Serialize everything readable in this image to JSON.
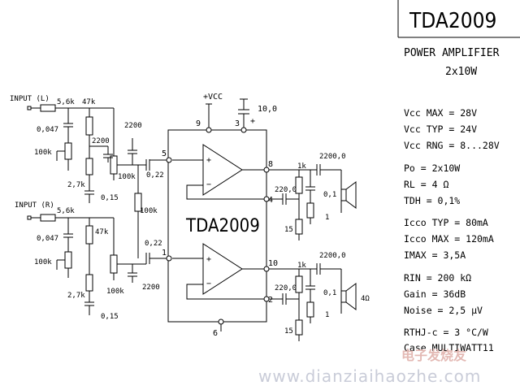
{
  "title": "TDA2009",
  "subtitle_line1": "POWER AMPLIFIER",
  "subtitle_line2": "2x10W",
  "chip_label": "TDA2009",
  "specs": [
    "Vcc MAX = 28V",
    "Vcc TYP = 24V",
    "Vcc RNG = 8...28V",
    "Po = 2x10W",
    "RL = 4 Ω",
    "TDH = 0,1%",
    "Icco TYP = 80mA",
    "Icco MAX = 120mA",
    "IMAX = 3,5A",
    "RIN = 200 kΩ",
    "Gain = 36dB",
    "Noise = 2,5 μV",
    "RTHJ-c = 3 °C/W",
    "Case MULTIWATT11"
  ],
  "labels": {
    "input_l": "INPUT (L)",
    "input_r": "INPUT (R)",
    "vcc": "+VCC",
    "r_in_l": "5,6k",
    "r_in_r": "5,6k",
    "r47k_l": "47k",
    "r47k_r": "47k",
    "c0047_l": "0,047",
    "c0047_r": "0,047",
    "pot100k_l": "100k",
    "pot100k_r": "100k",
    "c2200_l": "2200",
    "r27k_l": "2,7k",
    "r27k_r": "2,7k",
    "c015_l": "0,15",
    "c015_r": "0,15",
    "pot100k_2l": "100k",
    "pot100k_2r": "100k",
    "c2200_top": "2200",
    "c2200_bot": "2200",
    "c022_l": "0,22",
    "c022_r": "0,22",
    "r100k_mid": "100k",
    "c100": "10,0",
    "pin9": "9",
    "pin3": "3",
    "pin5": "5",
    "pin8": "8",
    "pin4": "4",
    "pin1": "1",
    "pin10": "10",
    "pin2": "2",
    "pin6": "6",
    "r1k_top": "1k",
    "r1k_bot": "1k",
    "c2200_out_top": "2200,0",
    "c2200_out_bot": "2200,0",
    "c2200_fb_top": "220,0",
    "c2200_fb_bot": "220,0",
    "c01_top": "0,1",
    "c01_bot": "0,1",
    "r1_top": "1",
    "r1_bot": "1",
    "r15_top": "15",
    "r15_bot": "15",
    "speaker_ohm": "4Ω"
  },
  "watermark_cn": "电子发烧友",
  "watermark_url": "www.dianziaihaozhe.com"
}
